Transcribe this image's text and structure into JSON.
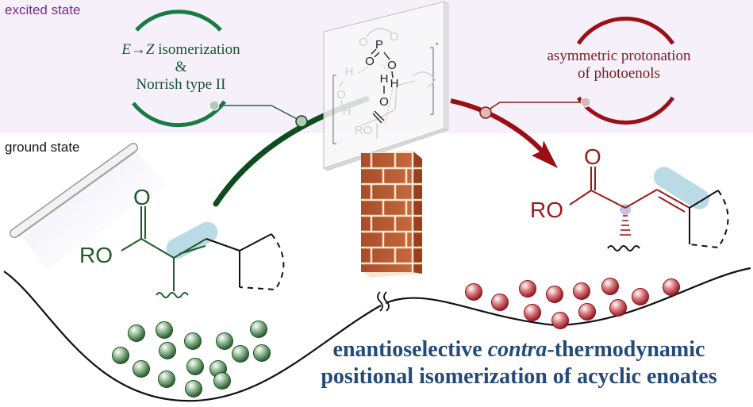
{
  "bands": {
    "excited_label": "excited state",
    "ground_label": "ground state",
    "excited_color": "#f6f0fb"
  },
  "left_cycle": {
    "line1_italic_E": "E",
    "line1_arrow": "→",
    "line1_italic_Z": "Z",
    "line1_rest": " isomerization",
    "line2": "&",
    "line3": "Norrish type II",
    "color": "#1a7a44"
  },
  "right_cycle": {
    "line1": "asymmetric protonation",
    "line2": "of photoenols",
    "color": "#9b1016"
  },
  "transition_state": {
    "atoms": [
      "P",
      "O",
      "O",
      "O",
      "O",
      "H",
      "H",
      "H",
      "O",
      "O",
      "H",
      "O",
      "RO"
    ],
    "dagger": "*"
  },
  "left_molecule": {
    "ro": "RO",
    "o": "O",
    "color": "#1f5a2b"
  },
  "right_molecule": {
    "ro": "RO",
    "o": "O",
    "color": "#9b1a1a"
  },
  "title": {
    "line1_a": "enantioselective ",
    "line1_italic": "contra",
    "line1_b": "-thermodynamic",
    "line2": "positional isomerization of acyclic enoates",
    "color": "#244a7a"
  },
  "colors": {
    "green_dark": "#0f4d1e",
    "red_dark": "#9b0e14",
    "brick": "#b85a30",
    "highlight": "#a9d2df"
  }
}
